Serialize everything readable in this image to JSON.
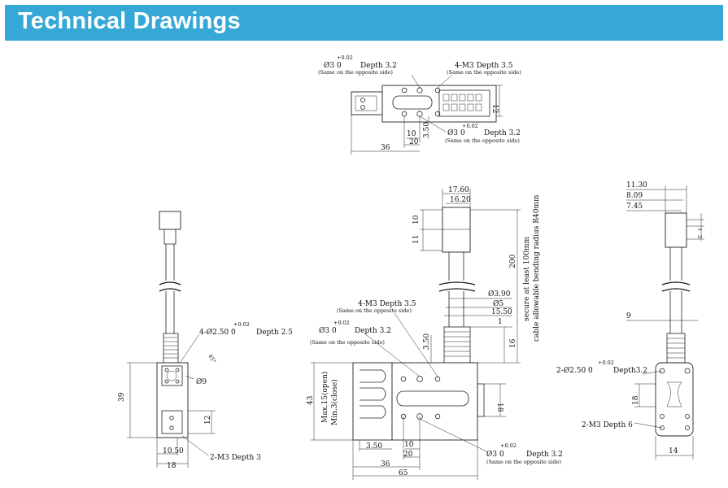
{
  "header": {
    "title": "Technical Drawings"
  },
  "top_view": {
    "tol1": "+0.02",
    "hole1": "Ø3   0",
    "hole1_depth": "Depth 3.2",
    "same1": "(Same on the opposite side)",
    "m3": "4-M3 Depth 3.5",
    "same2": "(Same on the opposite side)",
    "dim_12": "12",
    "dim_350": "3.50",
    "dim_10": "10",
    "dim_20": "20",
    "dim_36": "36",
    "tol2": "+0.02",
    "hole2": "Ø3   0",
    "hole2_depth": "Depth 3.2",
    "same3": "(Same on the opposite side)"
  },
  "left_view": {
    "tol": "+0.02",
    "hole": "4-Ø2.50   0",
    "hole_depth": "Depth 2.5",
    "angle": "45°",
    "dia9": "Ø9",
    "dim_39": "39",
    "dim_12": "12",
    "dim_1050": "10.50",
    "dim_18": "18",
    "m3": "2-M3 Depth 3"
  },
  "center_view": {
    "dim_1760": "17.60",
    "dim_1620": "16.20",
    "dim_10": "10",
    "dim_11": "11",
    "dim_200": "200",
    "cable_note1": "secure at least 100mm",
    "cable_note2": "cable allowable bending radius R40mm",
    "dia390": "Ø3.90",
    "dia5": "Ø5",
    "dim_1550": "15.50",
    "dim_1": "1",
    "dim_16": "16",
    "m3": "4-M3 Depth 3.5",
    "same1": "(Same on the opposite side)",
    "tol1": "+0.02",
    "hole1": "Ø3   0",
    "hole1_depth": "Depth 3.2",
    "same2": "(Same on the opposite side)",
    "dim_350": "3.50",
    "dim_43": "43",
    "stroke1": "Max.15(open)",
    "stroke2": "Min.3(close)",
    "dim_18": "18",
    "dim_350b": "3.50",
    "dim_20": "20",
    "dim_36": "36",
    "dim_65": "65",
    "tol2": "+0.02",
    "hole2": "Ø3   0",
    "hole2_depth": "Depth 3.2",
    "same3": "(Same on the opposite side)"
  },
  "right_view": {
    "dim_1130": "11.30",
    "dim_809": "8.09",
    "dim_745": "7.45",
    "dim_1": "1",
    "dim_2": "2",
    "dim_9": "9",
    "tol": "+0.02",
    "hole": "2-Ø2.50   0",
    "hole_depth": "Depth3.2",
    "dim_18": "18",
    "m3": "2-M3 Depth 6",
    "dim_14": "14"
  }
}
